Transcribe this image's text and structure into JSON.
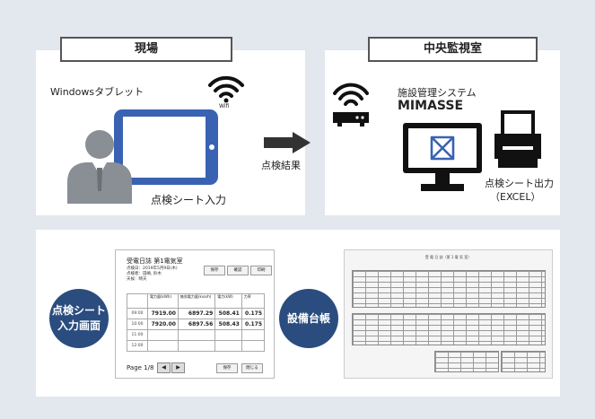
{
  "site": {
    "tag": "現場",
    "device_label": "Windowsタブレット",
    "wifi_label": "Wifi",
    "input_label": "点検シート入力"
  },
  "transfer": {
    "label": "点検結果"
  },
  "central": {
    "tag": "中央監視室",
    "system_label": "施設管理システム",
    "system_name": "MIMASSE",
    "output_line1": "点検シート出力",
    "output_line2": "（EXCEL）"
  },
  "badges": {
    "input_screen_line1": "点検シート",
    "input_screen_line2": "入力画面",
    "ledger": "設備台帳"
  },
  "form": {
    "title": "受電日誌 第1電気室",
    "meta": [
      "点検日：2019年5月9日(木)",
      "点検者：田嶋, 鈴木",
      "天候：晴天"
    ],
    "buttons": [
      "保存",
      "確認",
      "印刷"
    ],
    "headers": [
      "電力量(kWh)",
      "無効電力量(kvarh)",
      "電力(kW)",
      "力率"
    ],
    "rows": [
      {
        "time": "09:00",
        "values": [
          "7919.00",
          "6897.29",
          "508.41",
          "0.175"
        ]
      },
      {
        "time": "10:00",
        "values": [
          "7920.00",
          "6897.56",
          "508.43",
          "0.175"
        ]
      },
      {
        "time": "11:00",
        "values": [
          "",
          "",
          "",
          ""
        ]
      },
      {
        "time": "12:00",
        "values": [
          "",
          "",
          "",
          ""
        ]
      }
    ],
    "pager": "Page 1/8",
    "prev_icon": "◀",
    "next_icon": "▶",
    "bottom_buttons": [
      "保存",
      "閉じる"
    ]
  },
  "ledger": {
    "title": "受 電 日 誌（第 1 電 気 室）"
  },
  "colors": {
    "badge": "#2b4c7e",
    "tablet": "#3a62b3",
    "person": "#8a8f95"
  }
}
